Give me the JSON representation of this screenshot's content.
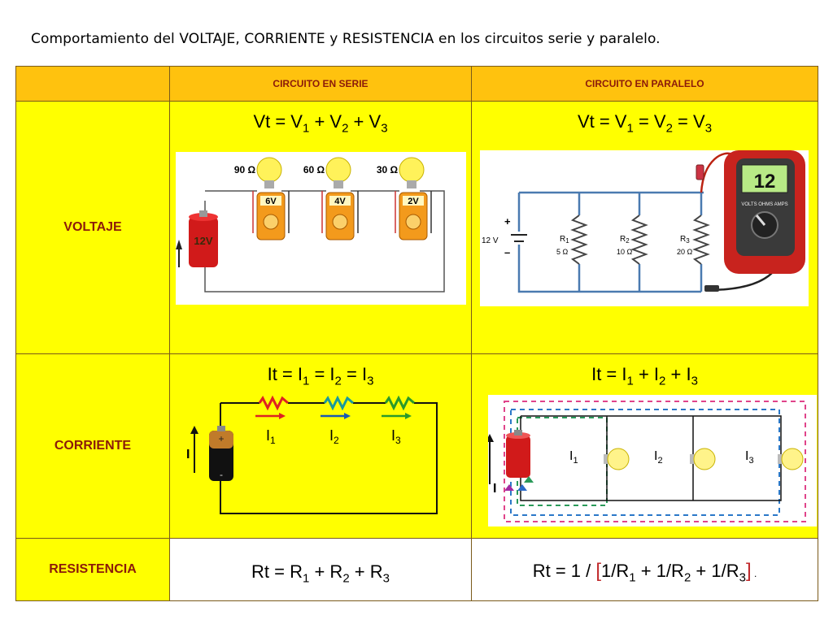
{
  "title": "Comportamiento del VOLTAJE, CORRIENTE y RESISTENCIA en los circuitos serie y paralelo.",
  "columns": {
    "serie": "CIRCUITO EN SERIE",
    "paralelo": "CIRCUITO EN PARALELO"
  },
  "rows": {
    "voltaje": {
      "label": "VOLTAJE",
      "serie_formula": {
        "a": "Vt = V",
        "s1": "1",
        "b": " + V",
        "s2": "2",
        "c": " + V",
        "s3": "3"
      },
      "paralelo_formula": {
        "a": "Vt = V",
        "s1": "1",
        "b": " = V",
        "s2": "2",
        "c": " = V",
        "s3": "3"
      },
      "serie_diagram": {
        "battery": "12V",
        "resistances": [
          "90 Ω",
          "60 Ω",
          "30 Ω"
        ],
        "meter_readings": [
          "6V",
          "4V",
          "2V"
        ]
      },
      "paralelo_diagram": {
        "source": "12 V",
        "plus": "+",
        "minus": "–",
        "resistors": [
          {
            "name": "R",
            "sub": "1",
            "value": "5 Ω"
          },
          {
            "name": "R",
            "sub": "2",
            "value": "10 Ω"
          },
          {
            "name": "R",
            "sub": "3",
            "value": "20 Ω"
          }
        ],
        "meter_display": "12",
        "meter_text": "VOLTS OHMS AMPS"
      }
    },
    "corriente": {
      "label": "CORRIENTE",
      "serie_formula": {
        "a": "It = I",
        "s1": "1",
        "b": " = I",
        "s2": "2",
        "c": " = I",
        "s3": "3"
      },
      "paralelo_formula": {
        "a": "It = I",
        "s1": "1",
        "b": " + I",
        "s2": "2",
        "c": " + I",
        "s3": "3"
      },
      "serie_diagram": {
        "total": "I",
        "currents": [
          {
            "n": "I",
            "s": "1"
          },
          {
            "n": "I",
            "s": "2"
          },
          {
            "n": "I",
            "s": "3"
          }
        ]
      },
      "paralelo_diagram": {
        "total": "I",
        "currents": [
          {
            "n": "I",
            "s": "1"
          },
          {
            "n": "I",
            "s": "2"
          },
          {
            "n": "I",
            "s": "3"
          }
        ]
      }
    },
    "resistencia": {
      "label": "RESISTENCIA",
      "serie_formula": {
        "a": "Rt = R",
        "s1": "1",
        "b": " + R",
        "s2": "2",
        "c": " + R",
        "s3": "3"
      },
      "paralelo_formula": {
        "a": "Rt = 1 / ",
        "lb": "[",
        "b": "1/R",
        "s1": "1",
        "c": " + 1/R",
        "s2": "2",
        "d": " + 1/R",
        "s3": "3",
        "rb": "]",
        "dot": " ."
      }
    }
  },
  "colors": {
    "header": "#ffc20e",
    "cell": "#ffff00",
    "label": "#8b1a0a",
    "border": "#7a5a1a"
  }
}
